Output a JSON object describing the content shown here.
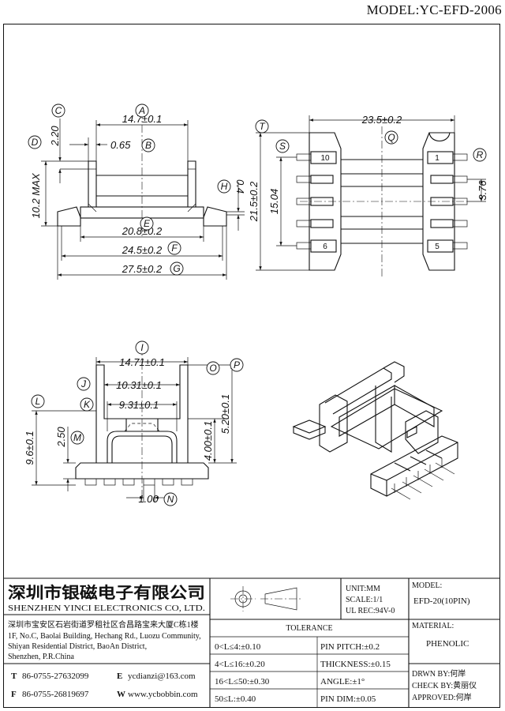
{
  "model": "MODEL:YC-EFD-2006",
  "dims": {
    "a": "14.7±0.1",
    "b": "0.65",
    "c": "2.20",
    "d": "10.2 MAX",
    "e": "20.8±0.2",
    "f": "24.5±0.2",
    "g": "27.5±0.2",
    "h": "0.4",
    "t": "21.5±0.2",
    "s": "15.04",
    "q": "23.5±0.2",
    "r": "3.76",
    "i": "14.71±0.1",
    "j": "10.31±0.1",
    "k": "9.31±0.1",
    "o": "4.00±0.1",
    "p": "5.20±0.1",
    "m": "2.50",
    "l": "9.6±0.1",
    "n": "1.00"
  },
  "balloons": {
    "a": "A",
    "b": "B",
    "c": "C",
    "d": "D",
    "e": "E",
    "f": "F",
    "g": "G",
    "h": "H",
    "i": "I",
    "j": "J",
    "k": "K",
    "l": "L",
    "m": "M",
    "n": "N",
    "o": "O",
    "p": "P",
    "q": "Q",
    "r": "R",
    "s": "S",
    "t": "T"
  },
  "pins": {
    "p10": "10",
    "p6": "6",
    "p1": "1",
    "p5": "5"
  },
  "company": {
    "name_cn": "深圳市银磁电子有限公司",
    "name_en": "SHENZHEN YINCI ELECTRONICS CO, LTD.",
    "addr_cn": "深圳市宝安区石岩街道罗租社区合昌路宝来大厦C栋1楼",
    "addr1": "1F, No.C, Baolai Building, Hechang Rd., Luozu Community,",
    "addr2": "Shiyan Residential District, BaoAn District,",
    "addr3": "Shenzhen, P.R.China",
    "t_label": "T",
    "tel": "86-0755-27632099",
    "e_label": "E",
    "email": "ycdianzi@163.com",
    "f_label": "F",
    "fax": "86-0755-26819697",
    "w_label": "W",
    "web": "www.ycbobbin.com"
  },
  "specs": {
    "unit": "UNIT:MM",
    "scale": "SCALE:1/1",
    "ul": "UL REC:94V-0"
  },
  "tolerance": {
    "title": "TOLERANCE",
    "t1": "0<L≤4:±0.10",
    "t2": "4<L≤16:±0.20",
    "t3": "16<L≤50:±0.30",
    "t4": "50≤L:±0.40",
    "t5": "PIN PITCH:±0.2",
    "t6": "THICKNESS:±0.15",
    "t7": "ANGLE:±1°",
    "t8": "PIN DIM:±0.05"
  },
  "model_box": {
    "label": "MODEL:",
    "value": "EFD-20(10PIN)"
  },
  "material": {
    "label": "MATERIAL:",
    "value": "PHENOLIC"
  },
  "approvals": {
    "drawn": "DRWN BY:何岸",
    "check": "CHECK BY:黄丽仪",
    "approved": "APPROVED:何岸"
  }
}
